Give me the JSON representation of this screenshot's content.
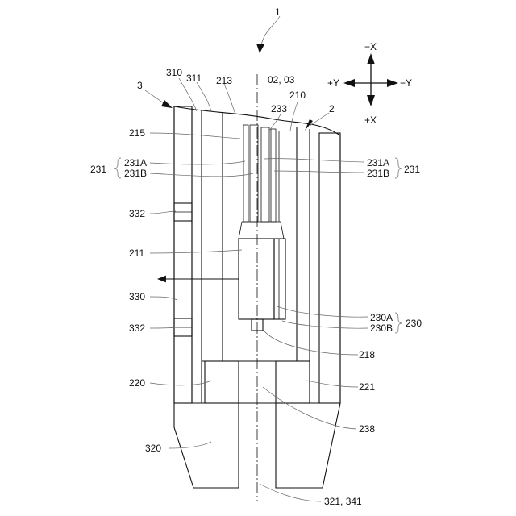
{
  "figure": {
    "ref_main": "1",
    "labels": {
      "l3": "3",
      "l310": "310",
      "l311": "311",
      "l213": "213",
      "l0203": "02, 03",
      "l233": "233",
      "l210": "210",
      "l2": "2",
      "l215": "215",
      "l231_left": "231",
      "l231A_left": "231A",
      "l231B_left": "231B",
      "l231A_right": "231A",
      "l231B_right": "231B",
      "l231_right": "231",
      "l332_top": "332",
      "l211": "211",
      "l330": "330",
      "l332_bottom": "332",
      "l230A": "230A",
      "l230B": "230B",
      "l230": "230",
      "l218": "218",
      "l220": "220",
      "l221": "221",
      "l238": "238",
      "l320": "320",
      "l321_341": "321, 341"
    },
    "axes": {
      "neg_x": "−X",
      "pos_y": "+Y",
      "neg_y": "−Y",
      "pos_x": "+X"
    }
  }
}
